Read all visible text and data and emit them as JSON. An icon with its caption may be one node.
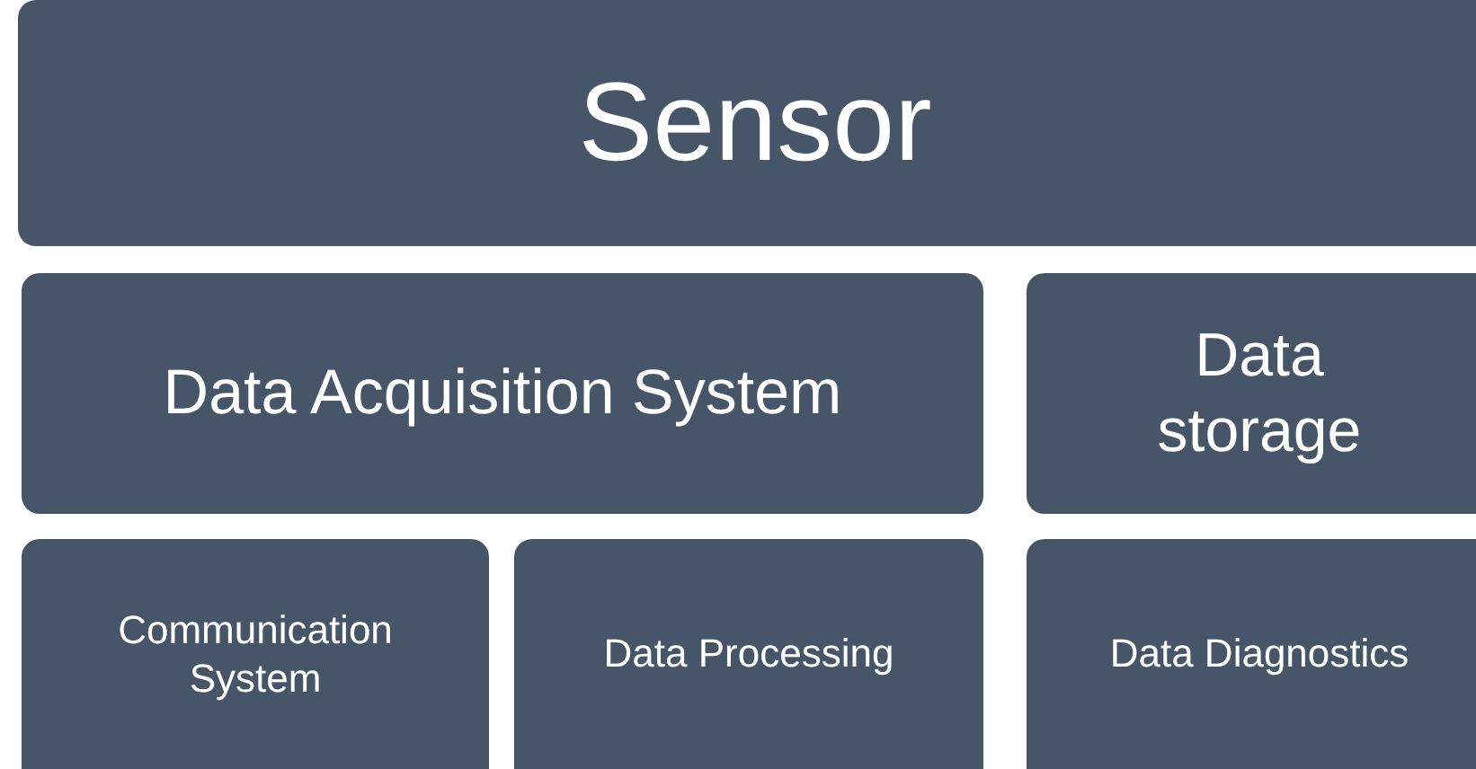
{
  "diagram": {
    "nodes": [
      {
        "text": [
          "Sensor"
        ]
      },
      {
        "text": [
          "Data Acquisition System"
        ]
      },
      {
        "text": [
          "Data storage"
        ]
      },
      {
        "text": [
          "Communication System"
        ]
      },
      {
        "text": [
          "Data Processing"
        ]
      },
      {
        "text": [
          "Data Diagnostics"
        ]
      }
    ],
    "edges": []
  }
}
